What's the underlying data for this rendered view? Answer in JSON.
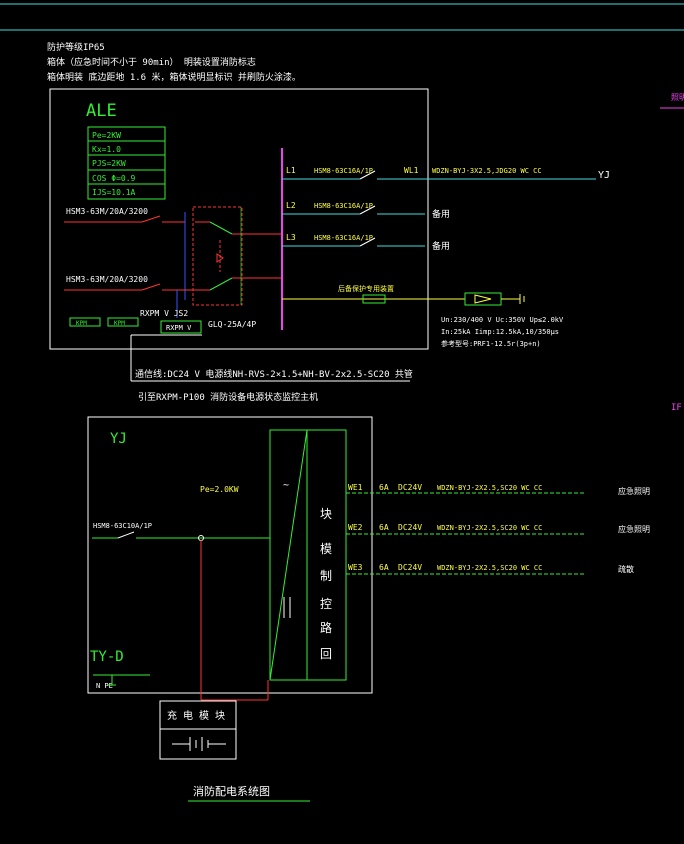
{
  "colors": {
    "white": "#ffffff",
    "green": "#33ee33",
    "yellow": "#ffff44",
    "red": "#ff3333",
    "magenta": "#ee44ee",
    "cyan": "#44dddd",
    "blue": "#3355ff"
  },
  "notes": {
    "line1": "防护等级IP65",
    "line2": "箱体（应急时间不小于    90min）     明装设置消防标志",
    "line3": "箱体明装    底边距地  1.6    米，箱体说明显标识 并刷防火涂漆。"
  },
  "ale_box": {
    "title": "ALE",
    "params": [
      "Pe=2KW",
      "Kx=1.0",
      "PJS=2KW",
      "COS Φ=0.9",
      "IJS=10.1A"
    ],
    "incoming_1": "HSM3-63M/20A/3200",
    "incoming_2": "HSM3-63M/20A/3200",
    "ats_label": "GLQ-25A/4P",
    "rxpm_label": "RXPM  V  JS2",
    "rxpm_box": "RXPM V",
    "small_box_1": "KPM",
    "small_box_2": "KPM",
    "branches": [
      {
        "phase": "L1",
        "breaker": "HSM8-63C16A/1P",
        "circuit": "WL1",
        "cable": "WDZN-BYJ-3X2.5,JDG20  WC  CC",
        "dest": "YJ"
      },
      {
        "phase": "L2",
        "breaker": "HSM8-63C16A/1P",
        "circuit": "",
        "cable": "",
        "dest": "备用"
      },
      {
        "phase": "L3",
        "breaker": "HSM8-63C16A/1P",
        "circuit": "",
        "cable": "",
        "dest": "备用"
      }
    ],
    "spd_label": "后备保护专用装置",
    "spd_spec1": "Un:230/400 V  Uc:350V  Up≤2.0kV",
    "spd_spec2": "In:25kA  Iimp:12.5kA,10/350μs",
    "spd_spec3": "参考型号:PRF1-12.5r(3p+n)"
  },
  "bus_note": "通信线:DC24 V 电源线NH-RVS-2×1.5+NH-BV-2x2.5-SC20 共管",
  "bus_note2": "引至RXPM-P100 消防设备电源状态监控主机",
  "side_label_top": "照明",
  "side_label_mid": "IF",
  "yj_box": {
    "title": "YJ",
    "pe": "Pe=2.0KW",
    "breaker": "HSM8-63C10A/1P",
    "base_label": "TY-D",
    "pe_label": "N    PE",
    "module_chars": [
      "回",
      "路",
      "控",
      "制",
      "模",
      "块"
    ],
    "module_symbol": "~",
    "outputs": [
      {
        "circuit": "WE1",
        "rating": "6A",
        "volt": "DC24V",
        "cable": "WDZN-BYJ-2X2.5,SC20 WC CC",
        "dest": "应急照明"
      },
      {
        "circuit": "WE2",
        "rating": "6A",
        "volt": "DC24V",
        "cable": "WDZN-BYJ-2X2.5,SC20 WC CC",
        "dest": "应急照明"
      },
      {
        "circuit": "WE3",
        "rating": "6A",
        "volt": "DC24V",
        "cable": "WDZN-BYJ-2X2.5,SC20 WC CC",
        "dest": "疏散"
      }
    ]
  },
  "charge_module": "充 电 模 块",
  "caption": "消防配电系统图"
}
